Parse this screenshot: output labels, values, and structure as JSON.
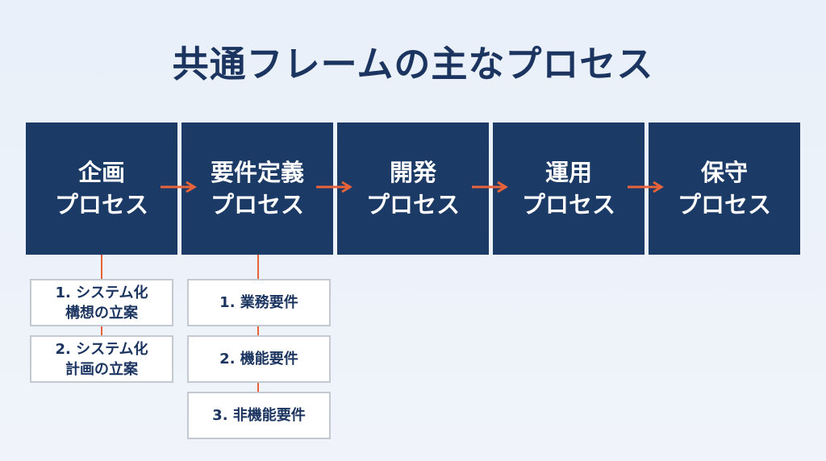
{
  "title": "共通フレームの主なプロセス",
  "colors": {
    "box_fill": "#1b3a66",
    "arrow": "#e8623a",
    "connector": "#e8623a",
    "sub_border": "#c3c9d1",
    "title_text": "#1b3560"
  },
  "processes": [
    {
      "line1": "企画",
      "line2": "プロセス"
    },
    {
      "line1": "要件定義",
      "line2": "プロセス"
    },
    {
      "line1": "開発",
      "line2": "プロセス"
    },
    {
      "line1": "運用",
      "line2": "プロセス"
    },
    {
      "line1": "保守",
      "line2": "プロセス"
    }
  ],
  "planning_steps": [
    {
      "line1": "1. システム化",
      "line2": "構想の立案"
    },
    {
      "line1": "2. システム化",
      "line2": "計画の立案"
    }
  ],
  "requirements_steps": [
    {
      "label": "1. 業務要件"
    },
    {
      "label": "2. 機能要件"
    },
    {
      "label": "3. 非機能要件"
    }
  ]
}
